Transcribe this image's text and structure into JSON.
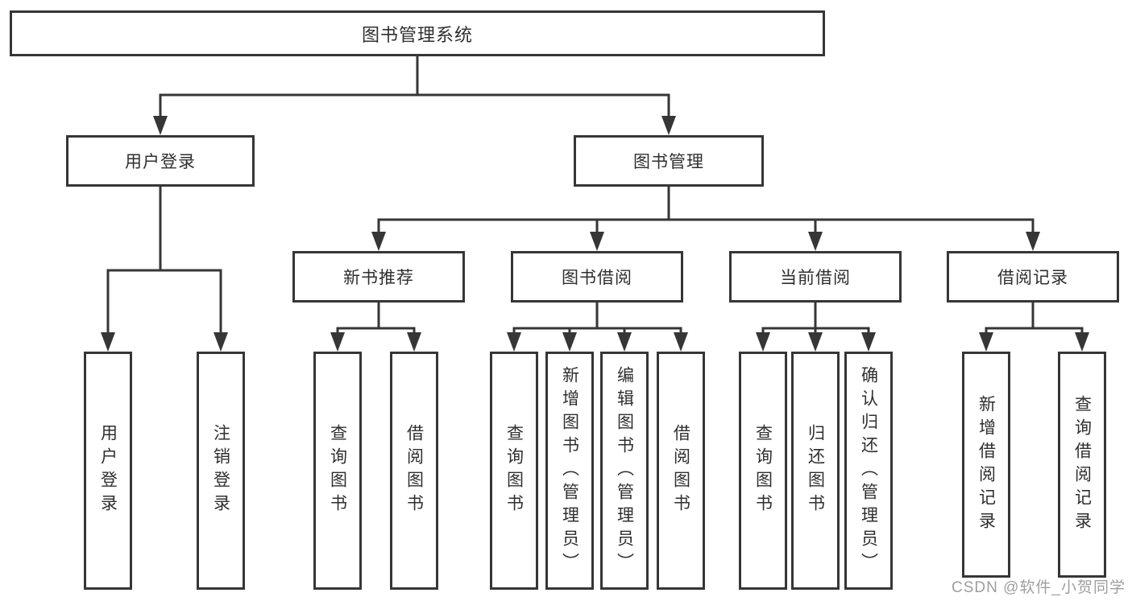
{
  "diagram": {
    "root": {
      "label": "图书管理系统"
    },
    "branches": [
      {
        "label": "用户登录",
        "children": [
          {
            "label": "用户登录"
          },
          {
            "label": "注销登录"
          }
        ]
      },
      {
        "label": "图书管理",
        "children": [
          {
            "label": "新书推荐",
            "children": [
              {
                "label": "查询图书"
              },
              {
                "label": "借阅图书"
              }
            ]
          },
          {
            "label": "图书借阅",
            "children": [
              {
                "label": "查询图书"
              },
              {
                "label": "新增图书（管理员）"
              },
              {
                "label": "编辑图书（管理员）"
              },
              {
                "label": "借阅图书"
              }
            ]
          },
          {
            "label": "当前借阅",
            "children": [
              {
                "label": "查询图书"
              },
              {
                "label": "归还图书"
              },
              {
                "label": "确认归还（管理员）"
              }
            ]
          },
          {
            "label": "借阅记录",
            "children": [
              {
                "label": "新增借阅记录"
              },
              {
                "label": "查询借阅记录"
              }
            ]
          }
        ]
      }
    ]
  },
  "watermark": {
    "text": "CSDN @软件_小贺同学"
  },
  "colors": {
    "line": "#363636",
    "text": "#2f2f2f",
    "background": "#ffffff",
    "watermark": "#9e9e9e"
  }
}
